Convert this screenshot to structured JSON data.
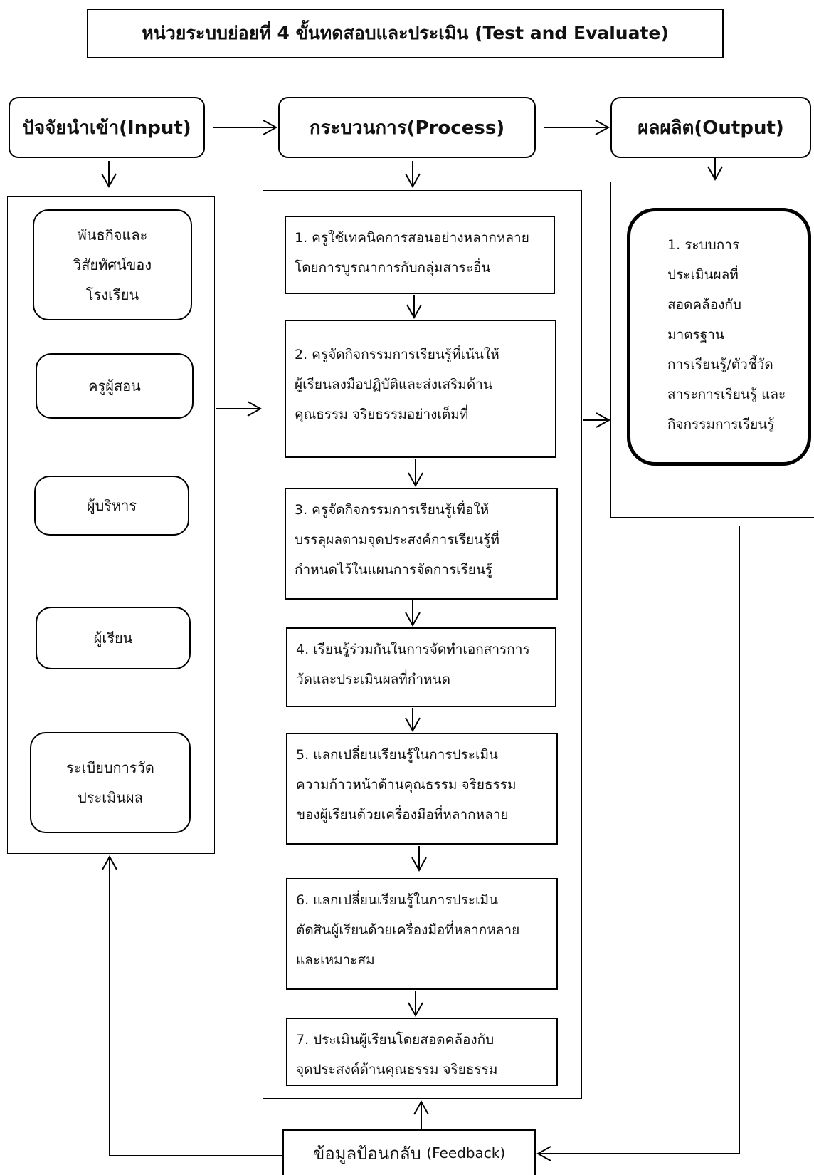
{
  "title": "หน่วยระบบย่อยที่ 4 ขั้นทดสอบและประเมิน (Test and Evaluate)",
  "headers": {
    "input": "ปัจจัยนำเข้า(Input)",
    "process": "กระบวนการ(Process)",
    "output": "ผลผลิต(Output)"
  },
  "inputs": [
    "พันธกิจและ\nวิสัยทัศน์ของ\nโรงเรียน",
    "ครูผู้สอน",
    "ผู้บริหาร",
    "ผู้เรียน",
    "ระเบียบการวัด\nประเมินผล"
  ],
  "process_steps": [
    "1. ครูใช้เทคนิคการสอนอย่างหลากหลาย\nโดยการบูรณาการกับกลุ่มสาระอื่น",
    "2. ครูจัดกิจกรรมการเรียนรู้ที่เน้นให้\nผู้เรียนลงมือปฏิบัติและส่งเสริมด้าน\nคุณธรรม จริยธรรมอย่างเต็มที่",
    "3. ครูจัดกิจกรรมการเรียนรู้เพื่อให้\nบรรลุผลตามจุดประสงค์การเรียนรู้ที่\nกำหนดไว้ในแผนการจัดการเรียนรู้",
    "4. เรียนรู้ร่วมกันในการจัดทำเอกสารการ\nวัดและประเมินผลที่กำหนด",
    "5. แลกเปลี่ยนเรียนรู้ในการประเมิน\nความก้าวหน้าด้านคุณธรรม จริยธรรม\nของผู้เรียนด้วยเครื่องมือที่หลากหลาย",
    "6. แลกเปลี่ยนเรียนรู้ในการประเมิน\nตัดสินผู้เรียนด้วยเครื่องมือที่หลากหลาย\nและเหมาะสม",
    "7. ประเมินผู้เรียนโดยสอดคล้องกับ\nจุดประสงค์ด้านคุณธรรม จริยธรรม"
  ],
  "output_text": "1. ระบบการ\nประเมินผลที่\nสอดคล้องกับ\nมาตรฐาน\nการเรียนรู้/ตัวชี้วัด\nสาระการเรียนรู้ และ\nกิจกรรมการเรียนรู้",
  "feedback": {
    "th": "ข้อมูลป้อนกลับ",
    "en": "(Feedback)"
  }
}
